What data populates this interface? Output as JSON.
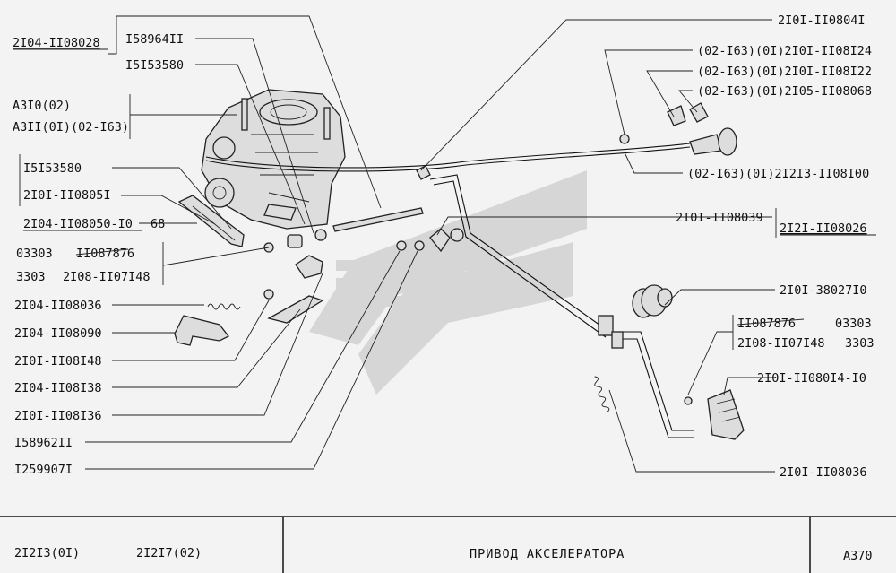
{
  "left_labels": [
    "2I04-II08028",
    "I58964II",
    "I5I53580",
    "A3I0(02)",
    "A3II(0I)(02-I63)",
    "I5I53580",
    "2I0I-II0805I",
    "2I04-II08050-I0",
    "68",
    "03303",
    "II087876",
    "3303",
    "2I08-II07I48",
    "2I04-II08036",
    "2I04-II08090",
    "2I0I-II08I48",
    "2I04-II08I38",
    "2I0I-II08I36",
    "I58962II",
    "I259907I"
  ],
  "right_labels": [
    "2I0I-II0804I",
    "(02-I63)(0I)2I0I-II08I24",
    "(02-I63)(0I)2I0I-II08I22",
    "(02-I63)(0I)2I05-II08068",
    "(02-I63)(0I)2I2I3-II08I00",
    "2I0I-II08039",
    "2I2I-II08026",
    "2I0I-38027I0",
    "II087876",
    "03303",
    "2I08-II07I48",
    "3303",
    "2I0I-II080I4-I0",
    "2I0I-II08036"
  ],
  "footer": {
    "models_1": "2I2I3(0I)",
    "models_2": "2I2I7(02)",
    "title": "ПРИВОД АКСЕЛЕРАТОРА",
    "code": "A370"
  }
}
